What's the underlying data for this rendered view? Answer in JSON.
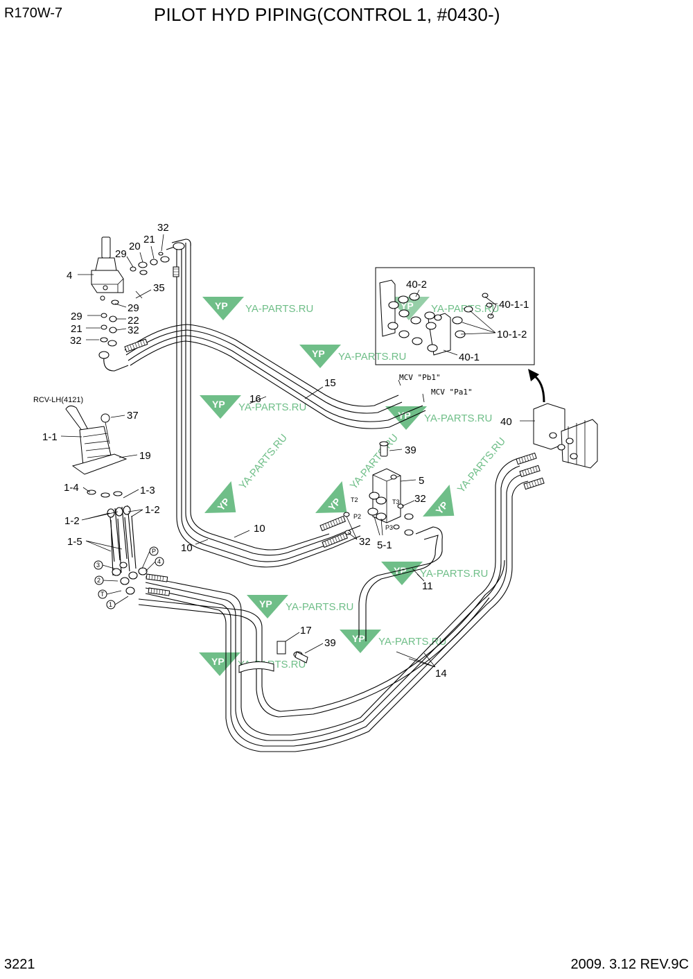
{
  "header": {
    "model": "R170W-7",
    "title": "PILOT HYD PIPING(CONTROL 1, #0430-)"
  },
  "footer": {
    "page_number": "3221",
    "revision": "2009. 3.12  REV.9C"
  },
  "watermark": {
    "text": "YA-PARTS.RU",
    "logo": "YP",
    "color": "#3fa860"
  },
  "callouts": {
    "c4": "4",
    "c29a": "29",
    "c20": "20",
    "c21a": "21",
    "c32a": "32",
    "c35": "35",
    "c29b": "29",
    "c29c": "29",
    "c22": "22",
    "c21b": "21",
    "c32b": "32",
    "c32c": "32",
    "c40_2": "40-2",
    "c40_1_1": "40-1-1",
    "c10_1_2": "10-1-2",
    "c40_1": "40-1",
    "c15": "15",
    "c16": "16",
    "c37": "37",
    "c1_1": "1-1",
    "c19": "19",
    "c40": "40",
    "c39a": "39",
    "c5": "5",
    "c1_4": "1-4",
    "c1_3": "1-3",
    "c1_2a": "1-2",
    "c1_2b": "1-2",
    "c1_5": "1-5",
    "c32d": "32",
    "c32e": "32",
    "c5_1": "5-1",
    "c10a": "10",
    "c10b": "10",
    "c11": "11",
    "c17": "17",
    "c39b": "39",
    "c14": "14"
  },
  "refs": {
    "rcv": "RCV-LH(4121)",
    "mcv_pb1": "MCV \"Pb1\"",
    "mcv_pa1": "MCV \"Pa1\""
  },
  "ports": {
    "t2": "T2",
    "t3": "T3",
    "p2": "P2",
    "p3": "P3",
    "p_circ": "P",
    "n4": "4",
    "n3": "3",
    "n2": "2",
    "t_circ": "T",
    "n1": "1"
  }
}
